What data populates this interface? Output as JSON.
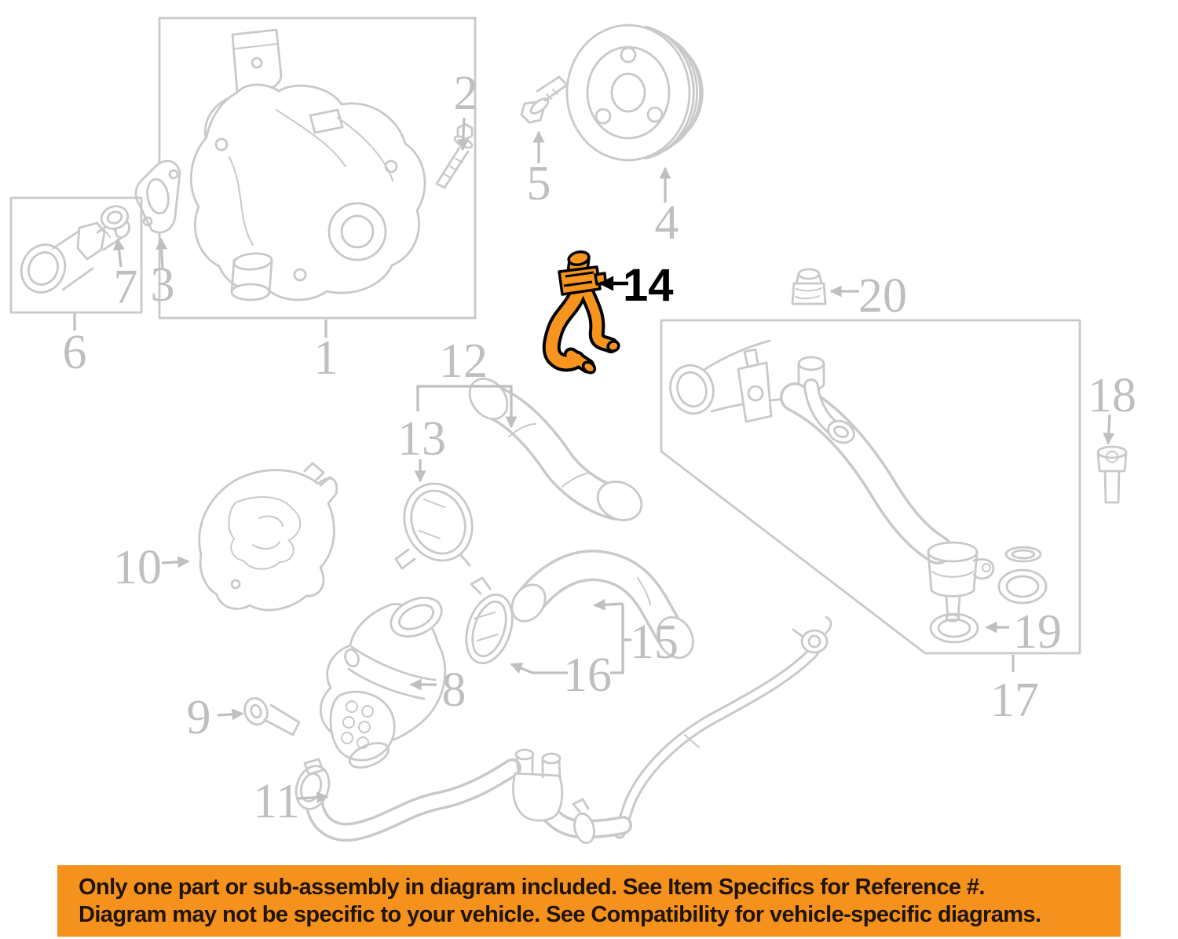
{
  "colors": {
    "background": "#ffffff",
    "line": "#c9c9c9",
    "label": "#bfbfbf",
    "highlight": "#f7941e",
    "highlight_outline": "#000000",
    "banner_bg": "#f5921e",
    "banner_text": "#201403"
  },
  "callouts": [
    {
      "label": "1"
    },
    {
      "label": "2"
    },
    {
      "label": "3"
    },
    {
      "label": "4"
    },
    {
      "label": "5"
    },
    {
      "label": "6"
    },
    {
      "label": "7"
    },
    {
      "label": "8"
    },
    {
      "label": "9"
    },
    {
      "label": "10"
    },
    {
      "label": "11"
    },
    {
      "label": "12"
    },
    {
      "label": "13"
    },
    {
      "label": "14"
    },
    {
      "label": "15"
    },
    {
      "label": "16"
    },
    {
      "label": "17"
    },
    {
      "label": "18"
    },
    {
      "label": "19"
    },
    {
      "label": "20"
    }
  ],
  "highlight": {
    "label": "14"
  },
  "banner": {
    "line1": "Only one part or sub-assembly in diagram included. See Item Specifics for Reference #.",
    "line2": "Diagram may not be specific to your vehicle. See Compatibility for vehicle-specific diagrams."
  }
}
